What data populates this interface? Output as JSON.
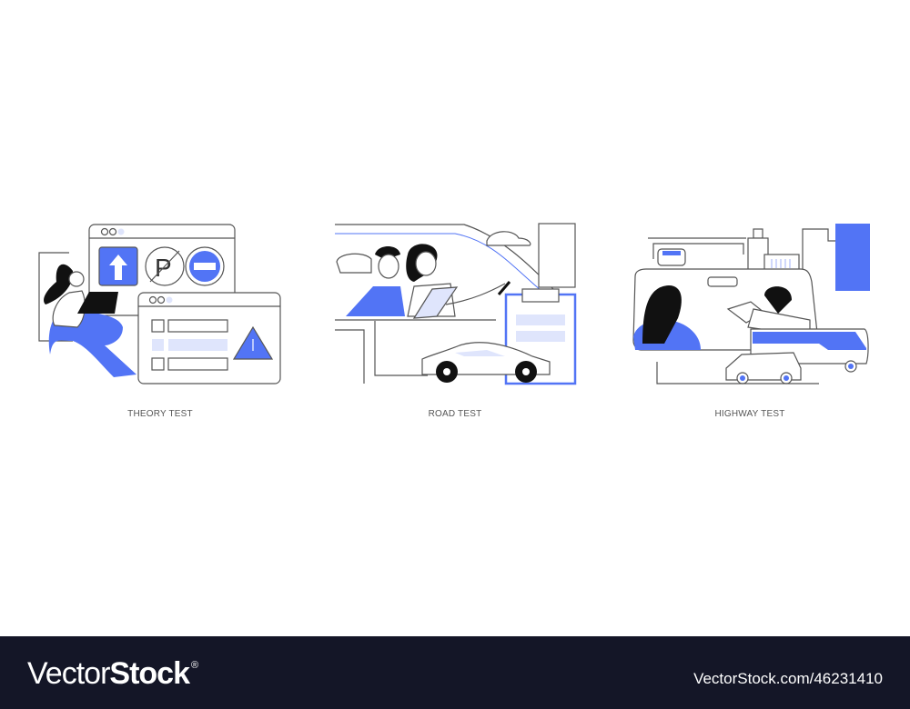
{
  "colors": {
    "accent": "#5274f5",
    "accent_light": "#dfe5fc",
    "stroke": "#555555",
    "footer_bg": "#141627",
    "text": "#555555"
  },
  "panels": [
    {
      "caption": "THEORY TEST"
    },
    {
      "caption": "ROAD TEST"
    },
    {
      "caption": "HIGHWAY TEST"
    }
  ],
  "footer": {
    "logo_light": "Vector",
    "logo_bold": "Stock",
    "logo_mark": "®",
    "url": "VectorStock.com/46231410"
  }
}
